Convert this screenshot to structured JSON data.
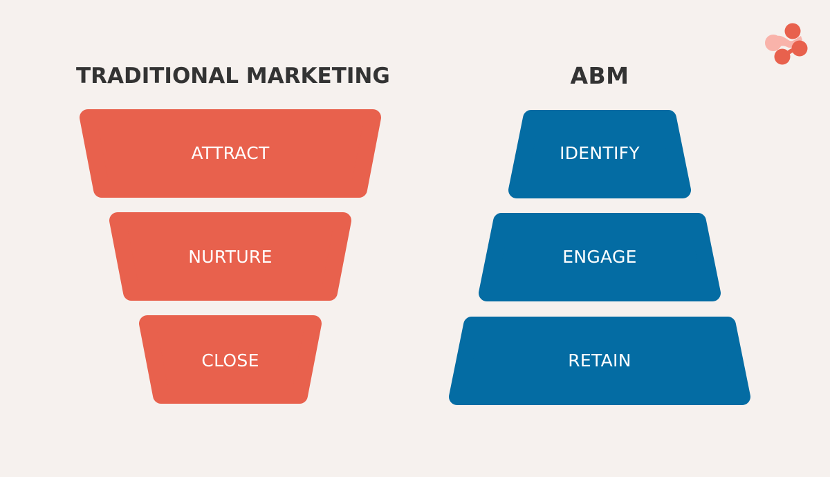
{
  "colors": {
    "background": "#f6f1ee",
    "heading": "#333333",
    "traditional": "#e8614d",
    "abm": "#046ca3",
    "label": "#ffffff",
    "logo_primary": "#e8614d",
    "logo_secondary": "#f9b3aa"
  },
  "logo": {
    "icon": "molecule-nodes-icon"
  },
  "traditional": {
    "title": "TRADITIONAL MARKETING",
    "shape": "inverted-funnel",
    "stages": [
      {
        "label": "ATTRACT"
      },
      {
        "label": "NURTURE"
      },
      {
        "label": "CLOSE"
      }
    ]
  },
  "abm": {
    "title": "ABM",
    "shape": "pyramid",
    "stages": [
      {
        "label": "IDENTIFY"
      },
      {
        "label": "ENGAGE"
      },
      {
        "label": "RETAIN"
      }
    ]
  }
}
